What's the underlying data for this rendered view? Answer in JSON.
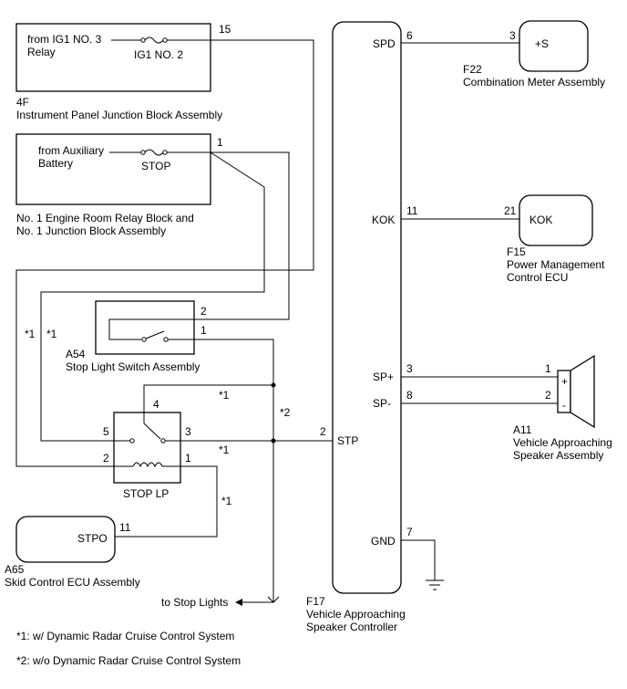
{
  "blocks": {
    "jb4f": {
      "src_line1": "from IG1 NO. 3",
      "src_line2": "Relay",
      "fuse": "IG1 NO. 2",
      "pin": "15",
      "code": "4F",
      "name": "Instrument Panel Junction Block Assembly"
    },
    "erb": {
      "src_line1": "from Auxiliary",
      "src_line2": "Battery",
      "fuse": "STOP",
      "pin": "1",
      "name_line1": "No. 1 Engine Room Relay Block and",
      "name_line2": "No. 1 Junction Block Assembly"
    },
    "a54": {
      "pin_top": "2",
      "pin_bottom": "1",
      "code": "A54",
      "name": "Stop Light Switch Assembly"
    },
    "relay": {
      "pin_coil_top": "4",
      "pin_left": "5",
      "pin_right": "3",
      "pin_coil_left": "2",
      "pin_coil_right": "1",
      "label": "STOP LP"
    },
    "a65": {
      "terminal": "STPO",
      "pin": "11",
      "code": "A65",
      "name": "Skid Control ECU Assembly"
    },
    "f17": {
      "t_spd": "SPD",
      "p_spd": "6",
      "t_kok": "KOK",
      "p_kok": "11",
      "t_spp": "SP+",
      "p_spp": "3",
      "t_spm": "SP-",
      "p_spm": "8",
      "t_stp": "STP",
      "p_stp": "2",
      "t_gnd": "GND",
      "p_gnd": "7",
      "code": "F17",
      "name_line1": "Vehicle Approaching",
      "name_line2": "Speaker Controller"
    },
    "f22": {
      "terminal": "+S",
      "pin": "3",
      "code": "F22",
      "name": "Combination Meter Assembly"
    },
    "f15": {
      "terminal": "KOK",
      "pin": "21",
      "code": "F15",
      "name_line1": "Power Management",
      "name_line2": "Control ECU"
    },
    "a11": {
      "pin_plus": "1",
      "pin_minus": "2",
      "plus": "+",
      "minus": "-",
      "code": "A11",
      "name_line1": "Vehicle Approaching",
      "name_line2": "Speaker Assembly"
    }
  },
  "wire_notes": {
    "n1a": "*1",
    "n1b": "*1",
    "n1c": "*1",
    "n1d": "*1",
    "n1e": "*1",
    "n2": "*2",
    "to_stop_lights": "to Stop Lights"
  },
  "legend": [
    "*1: w/ Dynamic Radar Cruise Control System",
    "*2: w/o Dynamic Radar Cruise Control System"
  ]
}
